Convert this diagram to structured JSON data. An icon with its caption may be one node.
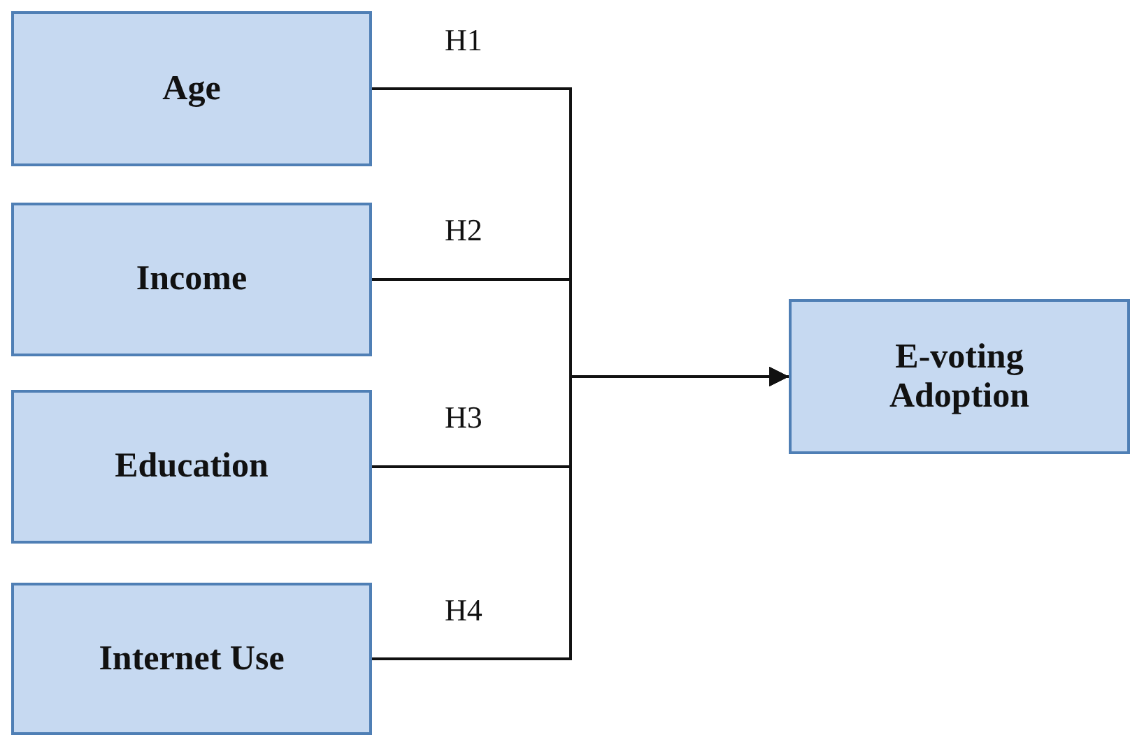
{
  "diagram": {
    "nodes": [
      {
        "text": [
          "Age"
        ]
      },
      {
        "text": [
          "Income"
        ]
      },
      {
        "text": [
          "Education"
        ]
      },
      {
        "text": [
          "Internet Use"
        ]
      },
      {
        "text": [
          "E-voting Adoption"
        ]
      }
    ],
    "edges": [
      {
        "from": 0,
        "to": 4,
        "arrow": "to",
        "label": "H1"
      },
      {
        "from": 1,
        "to": 4,
        "arrow": "to",
        "label": "H2"
      },
      {
        "from": 2,
        "to": 4,
        "arrow": "to",
        "label": "H3"
      },
      {
        "from": 3,
        "to": 4,
        "arrow": "to",
        "label": "H4"
      }
    ]
  }
}
